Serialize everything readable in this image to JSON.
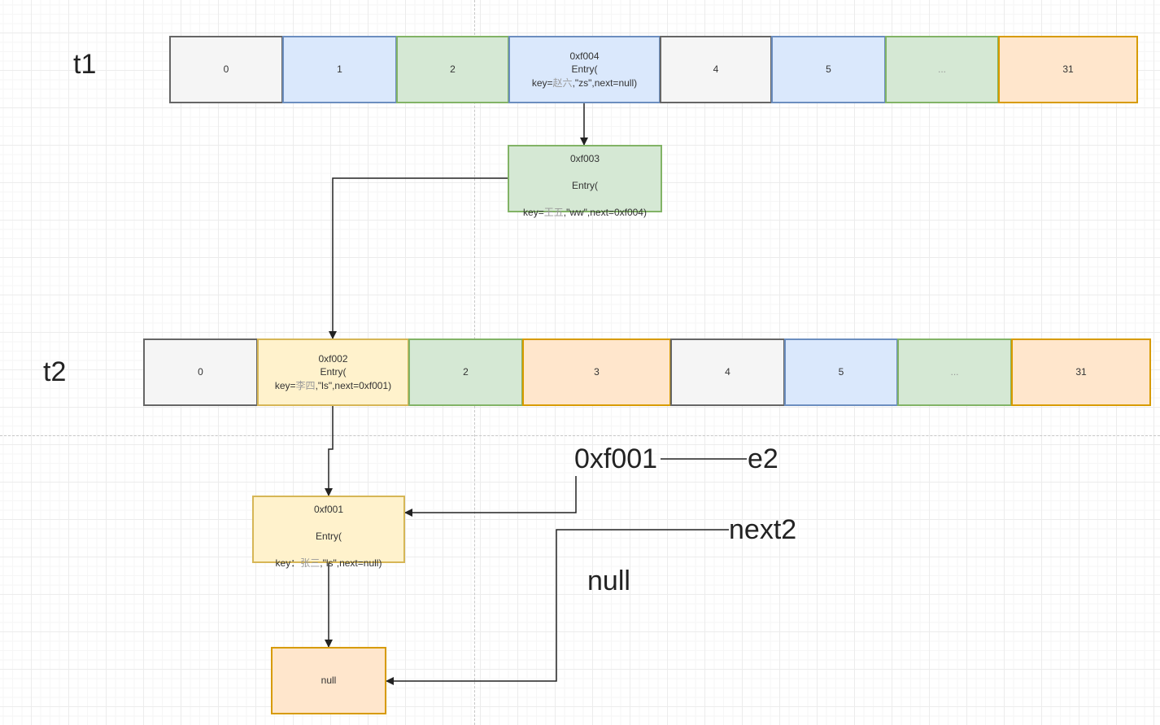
{
  "diagram": {
    "title": "HashMap resize linked-list diagram",
    "colors": {
      "gray_fill": "#f5f5f5",
      "gray_stroke": "#666666",
      "blue_fill": "#dae8fc",
      "blue_stroke": "#6c8ebf",
      "green_fill": "#d5e8d4",
      "green_stroke": "#82b366",
      "yellow_fill": "#fff2cc",
      "yellow_stroke": "#d6b656",
      "orange_fill": "#ffe6cc",
      "orange_stroke": "#d79b00"
    },
    "t1": {
      "label": "t1",
      "cells": [
        {
          "text": "0",
          "color": "gray"
        },
        {
          "text": "1",
          "color": "blue"
        },
        {
          "text": "2",
          "color": "green"
        },
        {
          "addr": "0xf004",
          "line2": "Entry(",
          "pre": "key=",
          "cjk": "赵六",
          "post": ",\"zs\",next=null)",
          "color": "blue"
        },
        {
          "text": "4",
          "color": "gray"
        },
        {
          "text": "5",
          "color": "blue"
        },
        {
          "text": "...",
          "color": "green"
        },
        {
          "text": "31",
          "color": "orange"
        }
      ]
    },
    "entry_0xf003": {
      "addr": "0xf003",
      "line2": "Entry(",
      "pre": "key=",
      "cjk": "王五",
      "post": ",\"ww\",next=0xf004)",
      "color": "green"
    },
    "t2": {
      "label": "t2",
      "cells": [
        {
          "text": "0",
          "color": "gray"
        },
        {
          "addr": "0xf002",
          "line2": "Entry(",
          "pre": "key=",
          "cjk": "李四",
          "post": ",\"ls\",next=0xf001)",
          "color": "yellow"
        },
        {
          "text": "2",
          "color": "green"
        },
        {
          "text": "3",
          "color": "orange"
        },
        {
          "text": "4",
          "color": "gray"
        },
        {
          "text": "5",
          "color": "blue"
        },
        {
          "text": "...",
          "color": "green"
        },
        {
          "text": "31",
          "color": "orange"
        }
      ]
    },
    "entry_0xf001": {
      "addr": "0xf001",
      "line2": "Entry(",
      "pre": "key：",
      "cjk": "张三",
      "post": ",\"ls\",next=null)",
      "color": "yellow"
    },
    "null_box": {
      "text": "null",
      "color": "orange"
    },
    "annotations": {
      "e2_addr": "0xf001",
      "e2": "e2",
      "next2": "next2",
      "null": "null"
    }
  }
}
